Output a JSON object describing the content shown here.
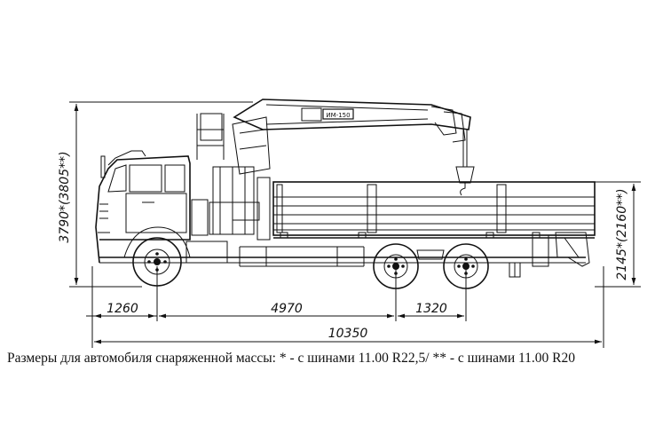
{
  "dimensions": {
    "height_overall": "3790*(3805**)",
    "height_platform": "2145*(2160**)",
    "front_overhang": "1260",
    "wheelbase": "4970",
    "rear_axle_spacing": "1320",
    "overall_length": "10350"
  },
  "crane_label": "ИМ-150",
  "caption": "Размеры для автомобиля снаряженной массы: * - с шинами 11.00 R22,5/ ** - с шинами 11.00 R20"
}
